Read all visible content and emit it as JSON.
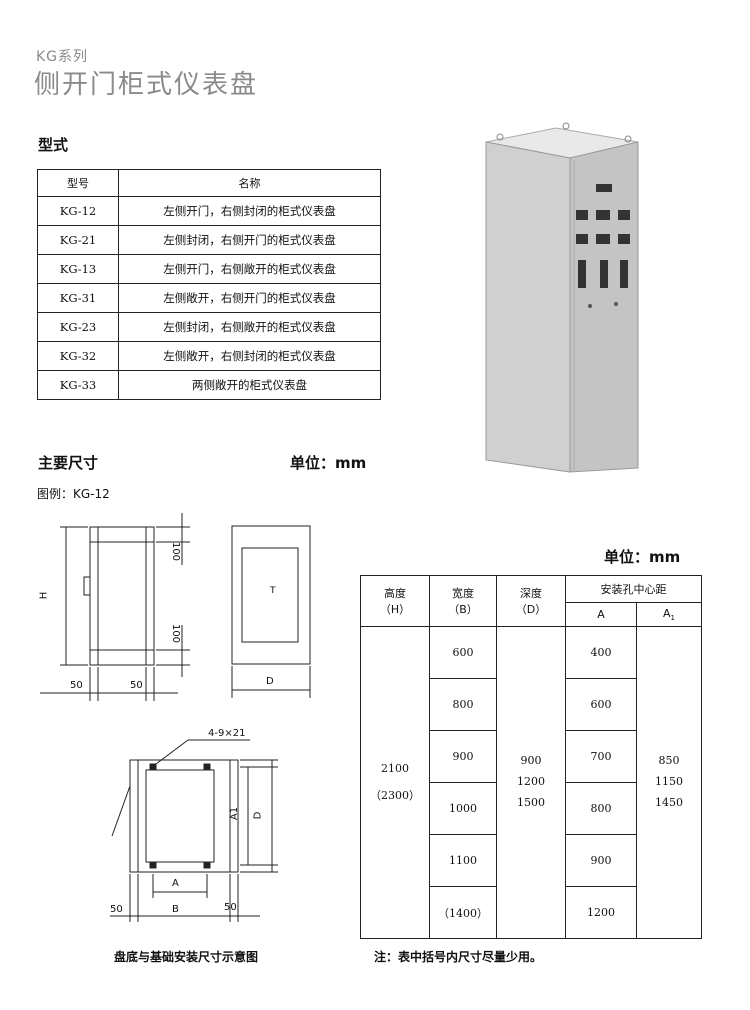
{
  "header": {
    "series": "KG系列",
    "title": "侧开门柜式仪表盘"
  },
  "model_section": {
    "heading": "型式",
    "columns": [
      "型号",
      "名称"
    ],
    "rows": [
      [
        "KG-12",
        "左侧开门，右侧封闭的柜式仪表盘"
      ],
      [
        "KG-21",
        "左侧封闭，右侧开门的柜式仪表盘"
      ],
      [
        "KG-13",
        "左侧开门，右侧敞开的柜式仪表盘"
      ],
      [
        "KG-31",
        "左侧敞开，右侧开门的柜式仪表盘"
      ],
      [
        "KG-23",
        "左侧封闭，右侧敞开的柜式仪表盘"
      ],
      [
        "KG-32",
        "左侧敞开，右侧封闭的柜式仪表盘"
      ],
      [
        "KG-33",
        "两侧敞开的柜式仪表盘"
      ]
    ]
  },
  "dimensions": {
    "heading": "主要尺寸",
    "unit": "单位：mm",
    "legend": "图例：KG-12",
    "unit_table": "单位：mm"
  },
  "drawing": {
    "front": {
      "h": "H",
      "top": "100",
      "bottom": "100",
      "left": "50",
      "right": "50"
    },
    "side": {
      "d": "D",
      "mark": "T"
    },
    "base": {
      "holes": "4-9×21",
      "a1": "A1",
      "d": "D",
      "a": "A",
      "b": "B",
      "left": "50",
      "right": "50"
    },
    "caption": "盘底与基础安装尺寸示意图"
  },
  "size_table": {
    "headers": {
      "height": "高度",
      "height_sym": "（H）",
      "width": "宽度",
      "width_sym": "（B）",
      "depth": "深度",
      "depth_sym": "（D）",
      "mount": "安装孔中心距",
      "a": "A",
      "a1": "A"
    },
    "height_values": [
      "2100",
      "（2300）"
    ],
    "width_values": [
      "600",
      "800",
      "900",
      "1000",
      "1100",
      "（1400）"
    ],
    "depth_values": [
      "900",
      "1200",
      "1500"
    ],
    "a_values": [
      "400",
      "600",
      "700",
      "800",
      "900",
      "1200"
    ],
    "a1_values": [
      "850",
      "1150",
      "1450"
    ]
  },
  "note": "注：表中括号内尺寸尽量少用。"
}
